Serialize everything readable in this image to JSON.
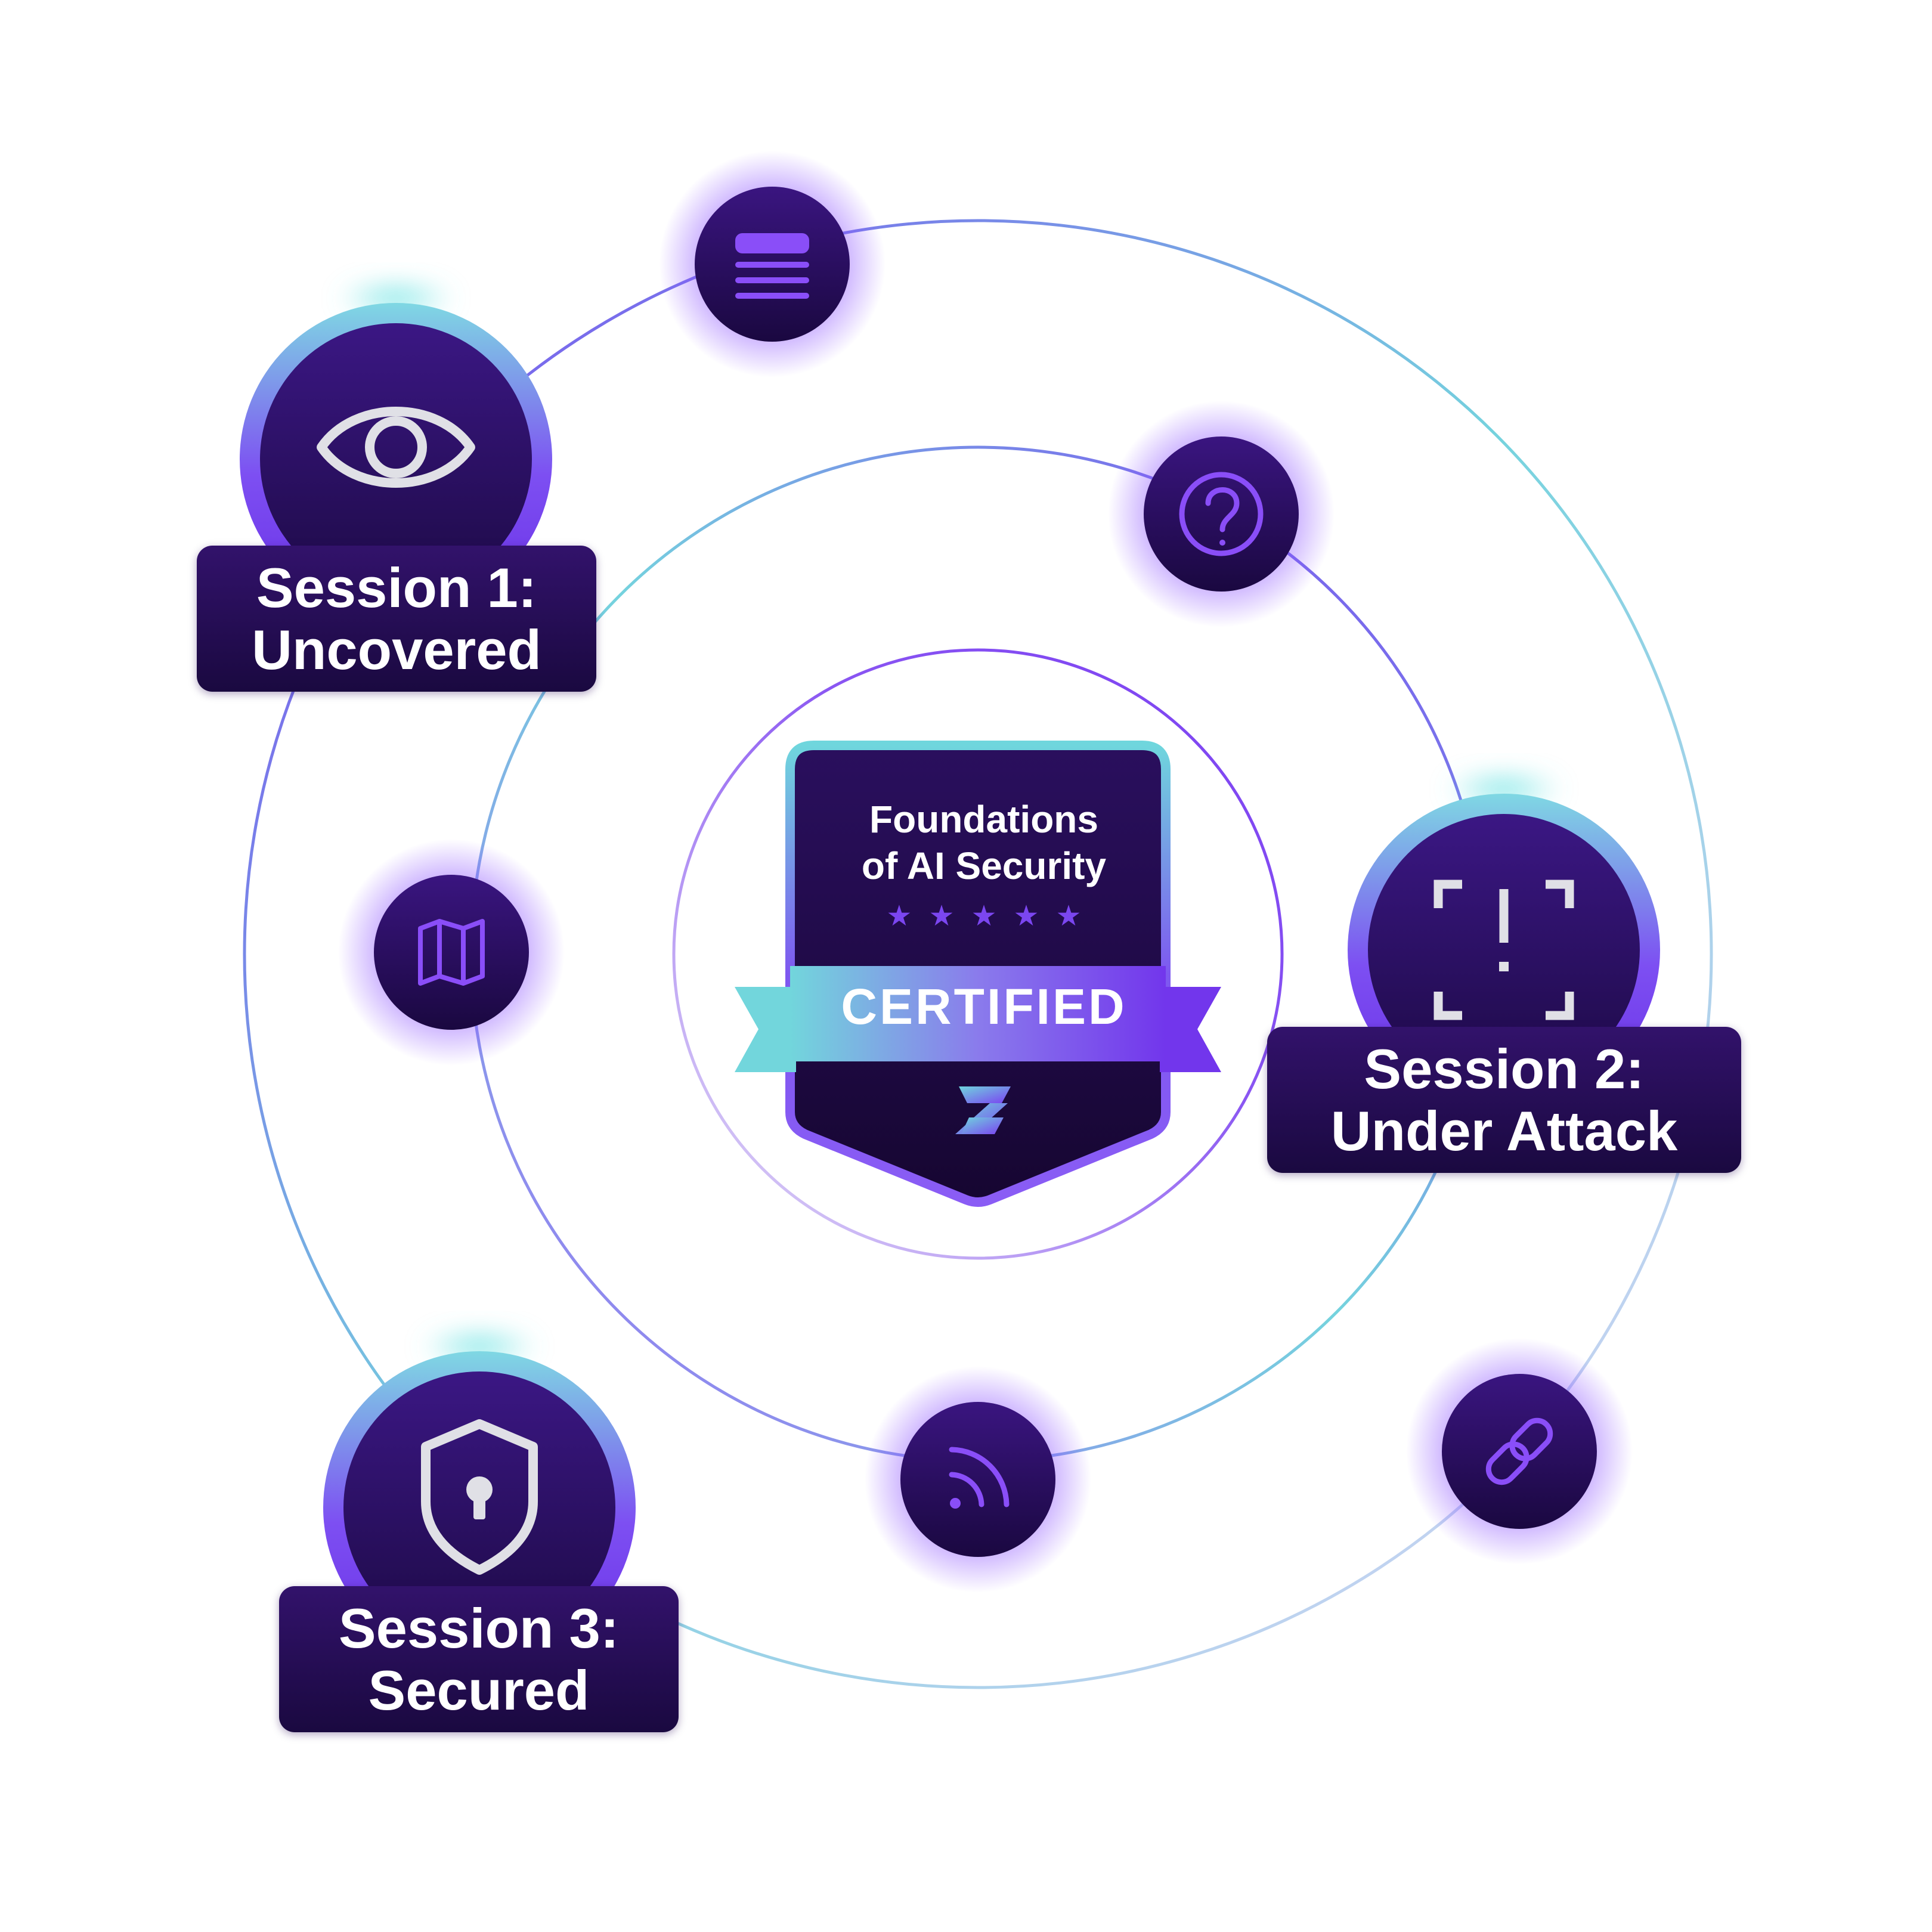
{
  "badge": {
    "title_line1": "Foundations",
    "title_line2": "of AI Security",
    "stars": "★★★★★",
    "ribbon_text": "CERTIFIED",
    "logo_icon": "z-logo-icon"
  },
  "sessions": [
    {
      "line1": "Session 1:",
      "line2": "Uncovered",
      "icon": "eye-icon"
    },
    {
      "line1": "Session 2:",
      "line2": "Under Attack",
      "icon": "alert-scan-icon"
    },
    {
      "line1": "Session 3:",
      "line2": "Secured",
      "icon": "shield-lock-icon"
    }
  ],
  "orbit_icons": [
    "list-icon",
    "question-icon",
    "map-icon",
    "feed-icon",
    "link-icon"
  ],
  "colors": {
    "purple_dark": "#1f0b4d",
    "purple_mid": "#3a1478",
    "violet": "#7b3ff2",
    "teal": "#6fd6dd",
    "white": "#ffffff"
  }
}
